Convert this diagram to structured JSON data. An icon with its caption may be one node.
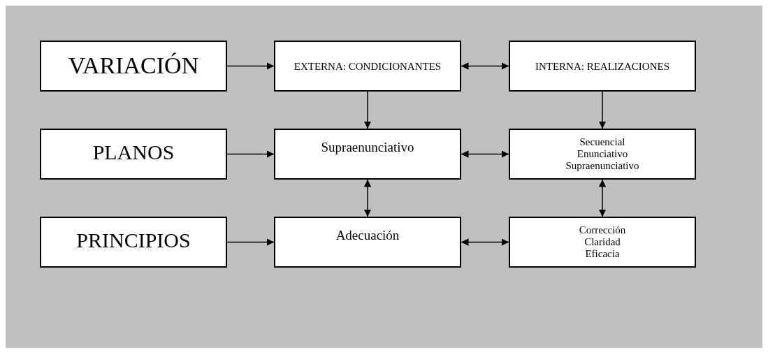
{
  "diagram": {
    "nodes": [
      {
        "text": [
          "VARIACIÓN"
        ]
      },
      {
        "text": [
          "EXTERNA: CONDICIONANTES"
        ]
      },
      {
        "text": [
          "INTERNA: REALIZACIONES"
        ]
      },
      {
        "text": [
          "PLANOS"
        ]
      },
      {
        "text": [
          "Supraenunciativo"
        ]
      },
      {
        "text": [
          "Secuencial",
          "Enunciativo",
          "Supraenunciativo"
        ]
      },
      {
        "text": [
          "PRINCIPIOS"
        ]
      },
      {
        "text": [
          "Adecuación"
        ]
      },
      {
        "text": [
          "Corrección",
          "Claridad",
          "Eficacia"
        ]
      }
    ],
    "edges": [
      {
        "from": 0,
        "to": 1,
        "arrow": "to"
      },
      {
        "from": 1,
        "to": 2,
        "arrow": "both"
      },
      {
        "from": 1,
        "to": 4,
        "arrow": "to"
      },
      {
        "from": 2,
        "to": 5,
        "arrow": "to"
      },
      {
        "from": 3,
        "to": 4,
        "arrow": "to"
      },
      {
        "from": 4,
        "to": 5,
        "arrow": "both"
      },
      {
        "from": 4,
        "to": 7,
        "arrow": "both"
      },
      {
        "from": 5,
        "to": 8,
        "arrow": "both"
      },
      {
        "from": 6,
        "to": 7,
        "arrow": "to"
      },
      {
        "from": 7,
        "to": 8,
        "arrow": "both"
      }
    ]
  }
}
